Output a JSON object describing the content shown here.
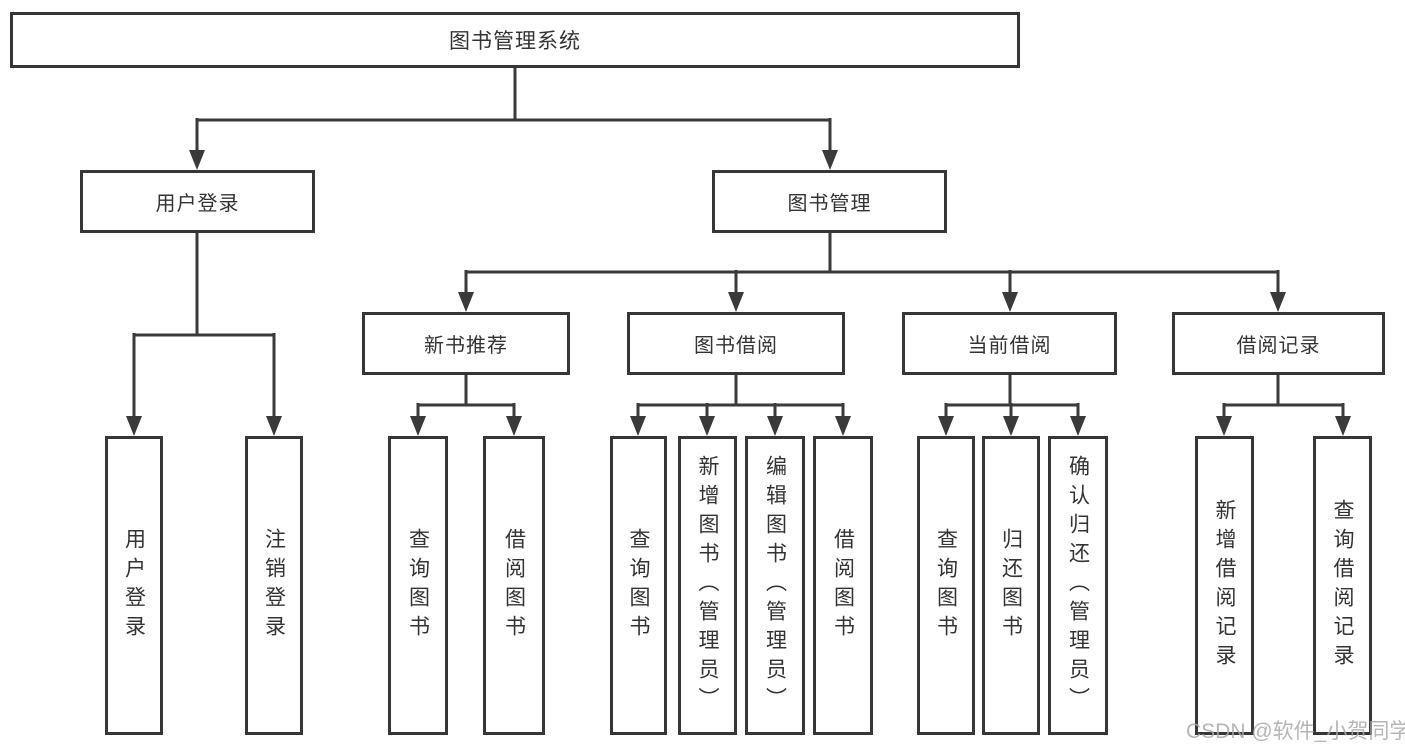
{
  "diagram": {
    "title": "图书管理系统",
    "level2": {
      "user_login": "用户登录",
      "book_mgmt": "图书管理"
    },
    "level3": {
      "new_books": "新书推荐",
      "book_borrow": "图书借阅",
      "current_borrow": "当前借阅",
      "borrow_records": "借阅记录"
    },
    "leaves": {
      "user_login": [
        "用户登录",
        "注销登录"
      ],
      "new_books": [
        "查询图书",
        "借阅图书"
      ],
      "book_borrow": [
        "查询图书",
        "新增图书（管理员）",
        "编辑图书（管理员）",
        "借阅图书"
      ],
      "current_borrow": [
        "查询图书",
        "归还图书",
        "确认归还（管理员）"
      ],
      "borrow_records": [
        "新增借阅记录",
        "查询借阅记录"
      ]
    }
  },
  "watermark": "CSDN @软件_小贺同学",
  "colors": {
    "line": "#3a3a3a",
    "box_border": "#363636",
    "box_bg": "#ffffff",
    "text": "#333333",
    "watermark": "#a9a9a9"
  }
}
